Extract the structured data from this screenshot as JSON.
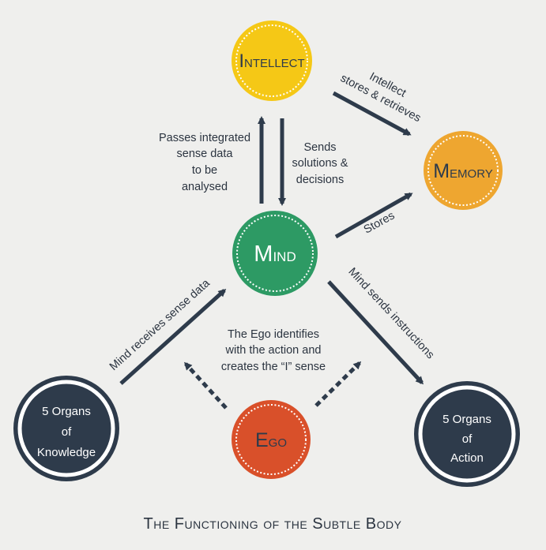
{
  "colors": {
    "background": "#efefed",
    "intellect": "#f5c816",
    "memory": "#eea630",
    "mind": "#2d9a64",
    "ego": "#d9502a",
    "organs": "#2e3b4b",
    "arrow": "#2e3b4b"
  },
  "nodes": {
    "intellect": {
      "cap": "I",
      "rest": "NTELLECT"
    },
    "memory": {
      "cap": "M",
      "rest": "EMORY"
    },
    "mind": {
      "cap": "M",
      "rest": "IND"
    },
    "ego": {
      "cap": "E",
      "rest": "GO"
    },
    "knowledge": {
      "line1": "5 Organs",
      "line2": "of",
      "line3": "Knowledge"
    },
    "action": {
      "line1": "5 Organs",
      "line2": "of",
      "line3": "Action"
    }
  },
  "labels": {
    "passes": [
      "Passes integrated",
      "sense data",
      "to be",
      "analysed"
    ],
    "sends": [
      "Sends",
      "solutions &",
      "decisions"
    ],
    "intellect_stores": [
      "Intellect",
      "stores & retrieves"
    ],
    "stores": "Stores",
    "mind_receives": "Mind receives sense data",
    "mind_sends": "Mind sends instructions",
    "ego_text": [
      "The Ego identifies",
      "with the action and",
      "creates the “I” sense"
    ]
  },
  "title": "The Functioning of the Subtle Body"
}
